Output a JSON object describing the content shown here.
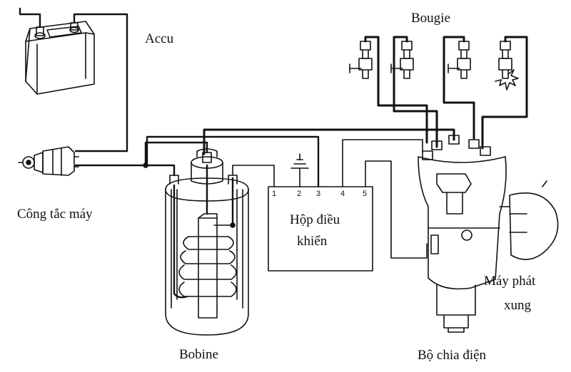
{
  "labels": {
    "battery": "Accu",
    "spark_plugs": "Bougie",
    "ignition_switch": "Công tắc máy",
    "coil": "Bobine",
    "distributor": "Bộ chia điện",
    "pulse_generator_line1": "Máy phát",
    "pulse_generator_line2": "xung",
    "control_box_line1": "Hộp điều",
    "control_box_line2": "khiển"
  },
  "control_box_terminals": [
    "1",
    "2",
    "3",
    "4",
    "5"
  ],
  "style": {
    "line_color": "#111111",
    "background": "#ffffff"
  }
}
